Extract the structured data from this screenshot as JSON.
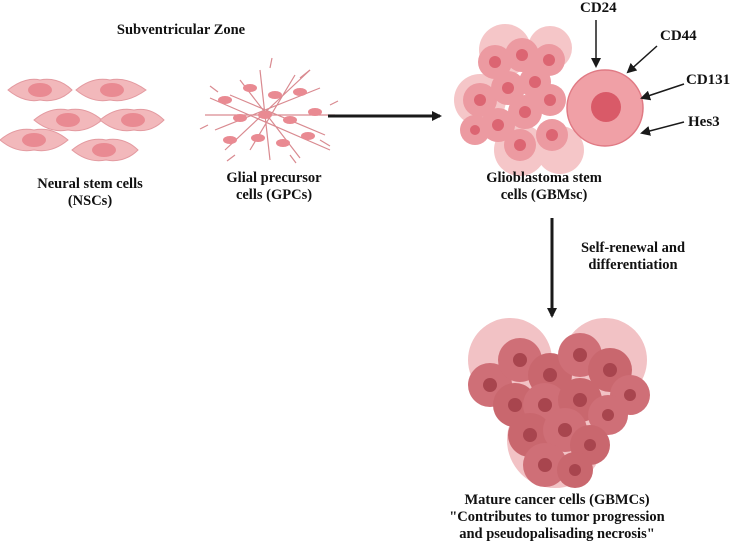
{
  "header": {
    "zone_label": "Subventricular Zone"
  },
  "populations": {
    "nsc": {
      "line1": "Neural stem cells",
      "line2": "(NSCs)"
    },
    "gpc": {
      "line1": "Glial precursor",
      "line2": "cells (GPCs)"
    },
    "gbmsc": {
      "line1": "Glioblastoma stem",
      "line2": "cells (GBMsc)"
    },
    "gbmc": {
      "line1": "Mature  cancer cells (GBMCs)",
      "line2": "\"Contributes to tumor progression",
      "line3": "and pseudopalisading necrosis\""
    }
  },
  "markers": [
    "CD24",
    "CD44",
    "CD131",
    "Hes3"
  ],
  "process": {
    "line1": "Self-renewal and",
    "line2": "differentiation"
  },
  "colors": {
    "cell_light": "#f2b8bb",
    "cell_mid": "#e98a92",
    "cell_dark": "#d95a68",
    "nucleus": "#e06d78",
    "tumor": "#c9676e",
    "tumor_dark": "#a8454e",
    "arrow": "#1a1a1a"
  }
}
